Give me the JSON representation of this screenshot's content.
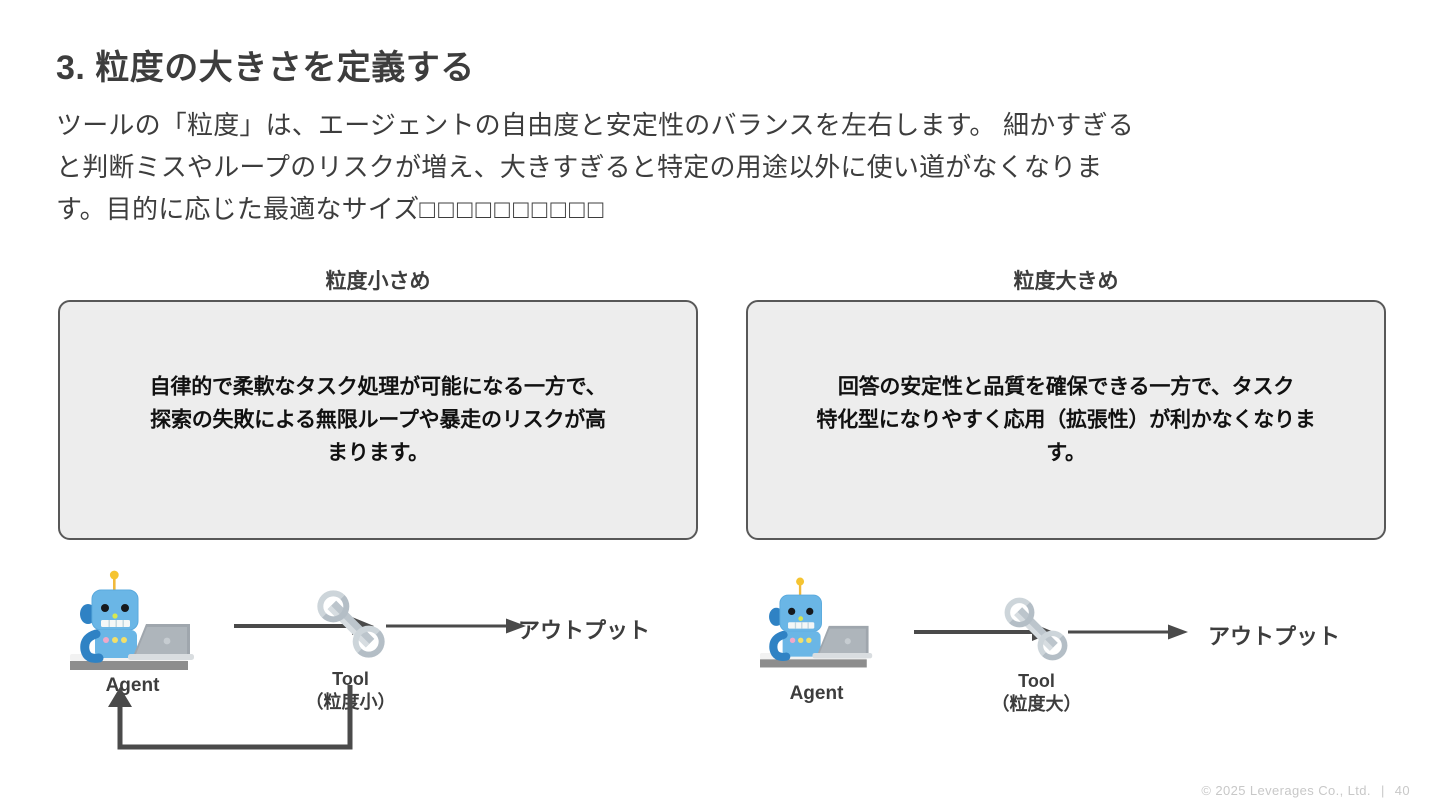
{
  "slide": {
    "title": "3. 粒度の大きさを定義する",
    "lead_line1": "ツールの「粒度」は、エージェントの自由度と安定性のバランスを左右します。 細かすぎる",
    "lead_line2": "と判断ミスやループのリスクが増え、大きすぎると特定の用途以外に使い道がなくなりま",
    "lead_line3_text": "す。目的に応じた最適なサイズ",
    "lead_line3_tofu": "□□□□□□□□□□"
  },
  "columns": {
    "left": {
      "header": "粒度小さめ",
      "body_line1": "自律的で柔軟なタスク処理が可能になる一方で、",
      "body_line2": "探索の失敗による無限ループや暴走のリスクが高",
      "body_line3": "まります。",
      "agent_label": "Agent",
      "tool_label_line1": "Tool",
      "tool_label_line2": "（粒度小）",
      "output_label": "アウトプット",
      "has_feedback_loop": true
    },
    "right": {
      "header": "粒度大きめ",
      "body_line1": "回答の安定性と品質を確保できる一方で、タスク",
      "body_line2": "特化型になりやすく応用（拡張性）が利かなくなりま",
      "body_line3": "す。",
      "agent_label": "Agent",
      "tool_label_line1": "Tool",
      "tool_label_line2": "（粒度大）",
      "output_label": "アウトプット",
      "has_feedback_loop": false
    }
  },
  "footer": {
    "copyright": "©  2025 Leverages Co., Ltd.",
    "separator": "|",
    "page_number": "40"
  },
  "colors": {
    "background": "#ffffff",
    "text": "#3d3d3d",
    "panel_fill": "#ededed",
    "panel_border": "#585858",
    "arrow": "#4a4a4a",
    "robot_body": "#6ab6e6",
    "robot_dark": "#2f82c4",
    "wrench": "#b9c2c9",
    "footer_text": "#c8c8c8"
  }
}
